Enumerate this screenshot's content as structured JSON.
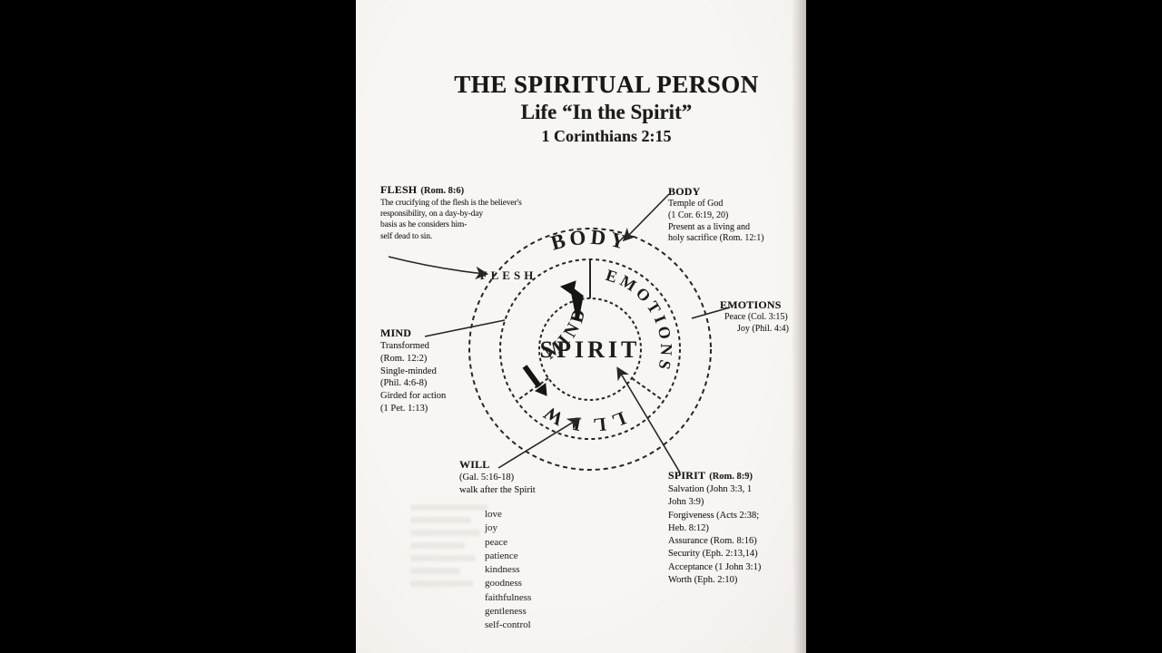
{
  "page": {
    "title": "THE SPIRITUAL PERSON",
    "subtitle": "Life “In the Spirit”",
    "reference": "1 Corinthians 2:15"
  },
  "diagram": {
    "rings": {
      "outer": "BODY",
      "middle_left": "MIND",
      "middle_right": "EMOTIONS",
      "middle_bottom": "WILL",
      "center": "SPIRIT",
      "flesh_label": "FLESH"
    }
  },
  "annotations": {
    "flesh": {
      "heading": "FLESH",
      "reference": "(Rom. 8:6)",
      "lines": [
        "The crucifying of the flesh is the believer's",
        "responsibility, on a day-by-day",
        "basis as he considers him-",
        "self dead to sin."
      ]
    },
    "body": {
      "heading": "BODY",
      "lines": [
        "Temple of God",
        "(1 Cor. 6:19, 20)",
        "Present as a living and",
        "holy sacrifice (Rom. 12:1)"
      ]
    },
    "emotions": {
      "heading": "EMOTIONS",
      "lines": [
        "Peace (Col. 3:15)",
        "Joy (Phil. 4:4)"
      ]
    },
    "mind": {
      "heading": "MIND",
      "lines": [
        "Transformed",
        "(Rom. 12:2)",
        "Single-minded",
        "(Phil. 4:6-8)",
        "Girded for action",
        "(1 Pet. 1:13)"
      ]
    },
    "will": {
      "heading": "WILL",
      "lines": [
        "(Gal. 5:16-18)",
        "walk after the Spirit"
      ]
    },
    "fruit_of_spirit": [
      "love",
      "joy",
      "peace",
      "patience",
      "kindness",
      "goodness",
      "faithfulness",
      "gentleness",
      "self-control"
    ],
    "spirit": {
      "heading": "SPIRIT",
      "reference": "(Rom. 8:9)",
      "lines": [
        "Salvation (John 3:3, 1",
        "John 3:9)",
        "Forgiveness (Acts 2:38;",
        "Heb. 8:12)",
        "Assurance (Rom. 8:16)",
        "Security (Eph. 2:13,14)",
        "Acceptance (1 John 3:1)",
        "Worth (Eph. 2:10)"
      ]
    }
  },
  "colors": {
    "ink": "#1d1d1d",
    "paper": "#f7f5f2",
    "background": "#000000"
  }
}
